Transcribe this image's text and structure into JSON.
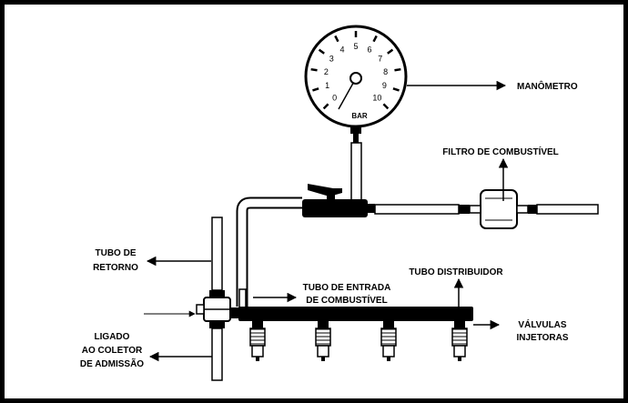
{
  "gauge": {
    "unit": "BAR",
    "scale": [
      "0",
      "1",
      "2",
      "3",
      "4",
      "5",
      "6",
      "7",
      "8",
      "9",
      "10"
    ]
  },
  "labels": {
    "manometro": "MANÔMETRO",
    "filtro": "FILTRO DE COMBUSTÍVEL",
    "tubo_retorno_1": "TUBO DE",
    "tubo_retorno_2": "RETORNO",
    "tubo_entrada_1": "TUBO DE ENTRADA",
    "tubo_entrada_2": "DE COMBUSTÍVEL",
    "tubo_distribuidor": "TUBO DISTRIBUIDOR",
    "valvulas_1": "VÁLVULAS",
    "valvulas_2": "INJETORAS",
    "ligado_1": "LIGADO",
    "ligado_2": "AO COLETOR",
    "ligado_3": "DE ADMISSÃO"
  },
  "colors": {
    "background": "#ffffff",
    "frame": "#000000",
    "line": "#000000",
    "pipe_fill": "#ffffff"
  }
}
